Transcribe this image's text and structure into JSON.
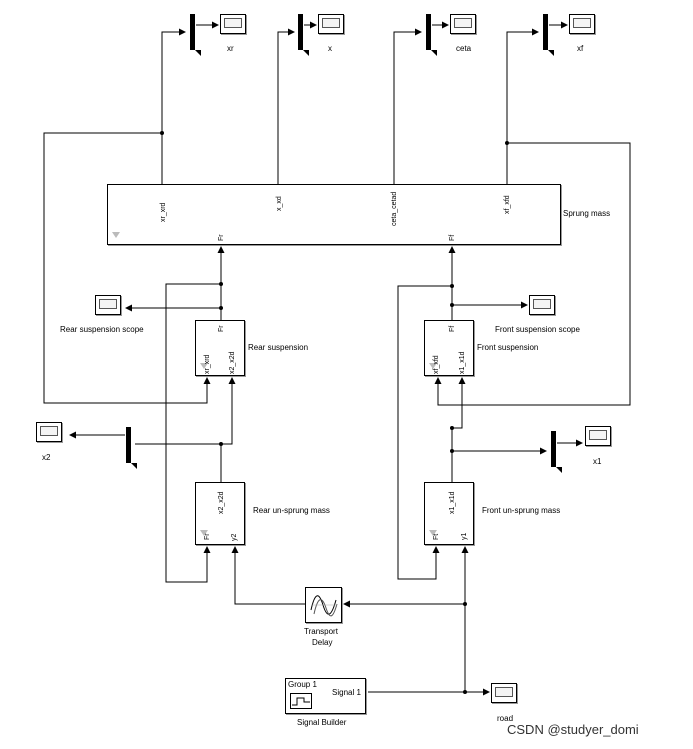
{
  "blocks": {
    "sprung_mass": {
      "name": "Sprung mass",
      "in_fr": "Fr",
      "in_ff": "Ff",
      "out_xr": "xr_xrd",
      "out_x": "x_xd",
      "out_ceta": "ceta_cetad",
      "out_xf": "xf_xfd"
    },
    "rear_suspension": {
      "name": "Rear suspension",
      "port_top": "Fr",
      "port_left": "xr_xrd",
      "port_right": "x2_x2d"
    },
    "front_suspension": {
      "name": "Front suspension",
      "port_top": "Ff",
      "port_left": "xf_xfd",
      "port_right": "x1_x1d"
    },
    "rear_unsprung": {
      "name": "Rear un-sprung mass",
      "port_top": "x2_x2d",
      "port_bl": "Fr",
      "port_br": "y2"
    },
    "front_unsprung": {
      "name": "Front un-sprung mass",
      "port_top": "x1_x1d",
      "port_bl": "Ft",
      "port_br": "y1"
    },
    "transport_delay": {
      "name_line1": "Transport",
      "name_line2": "Delay"
    },
    "signal_builder": {
      "name": "Signal Builder",
      "group": "Group 1",
      "signal": "Signal 1"
    }
  },
  "scopes": {
    "xr": "xr",
    "x": "x",
    "ceta": "ceta",
    "xf": "xf",
    "rear_scope": "Rear suspension scope",
    "front_scope": "Front suspension scope",
    "x2": "x2",
    "x1": "x1",
    "road": "road"
  },
  "watermark": "CSDN @studyer_domi"
}
